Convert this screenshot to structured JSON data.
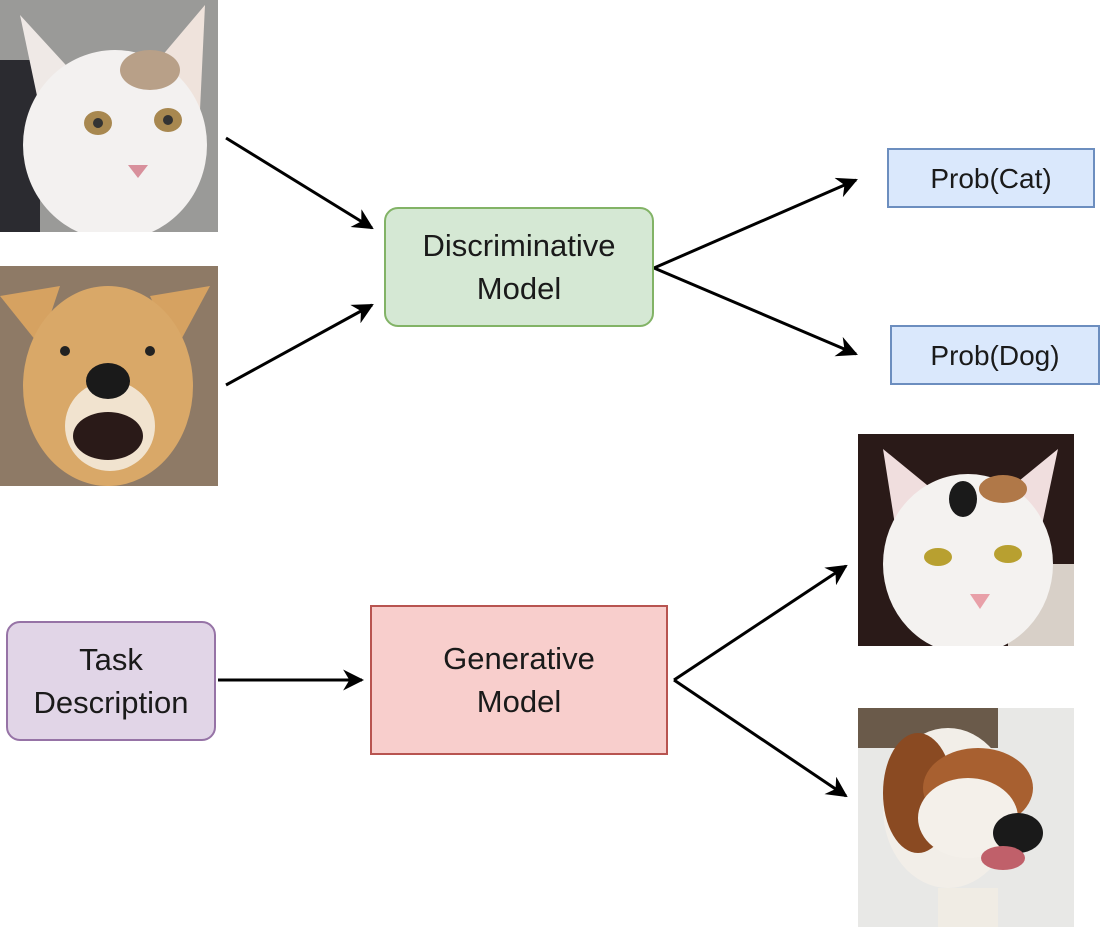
{
  "diagram": {
    "inputs": [
      {
        "label": "cat photo",
        "icon": "cat-photo"
      },
      {
        "label": "dog photo",
        "icon": "dog-photo"
      }
    ],
    "discriminative_model": {
      "line1": "Discriminative",
      "line2": "Model"
    },
    "outputs": {
      "prob_cat": "Prob(Cat)",
      "prob_dog": "Prob(Dog)"
    },
    "task_description": {
      "line1": "Task",
      "line2": "Description"
    },
    "generative_model": {
      "line1": "Generative",
      "line2": "Model"
    },
    "generated": [
      {
        "label": "generated cat photo",
        "icon": "cat-photo"
      },
      {
        "label": "generated dog photo",
        "icon": "dog-photo"
      }
    ],
    "colors": {
      "discriminative_fill": "#d5e8d4",
      "discriminative_stroke": "#82b366",
      "generative_fill": "#f8cecc",
      "generative_stroke": "#b85450",
      "task_fill": "#e1d5e7",
      "task_stroke": "#9673a6",
      "output_fill": "#dae8fc",
      "output_stroke": "#6c8ebf"
    }
  }
}
